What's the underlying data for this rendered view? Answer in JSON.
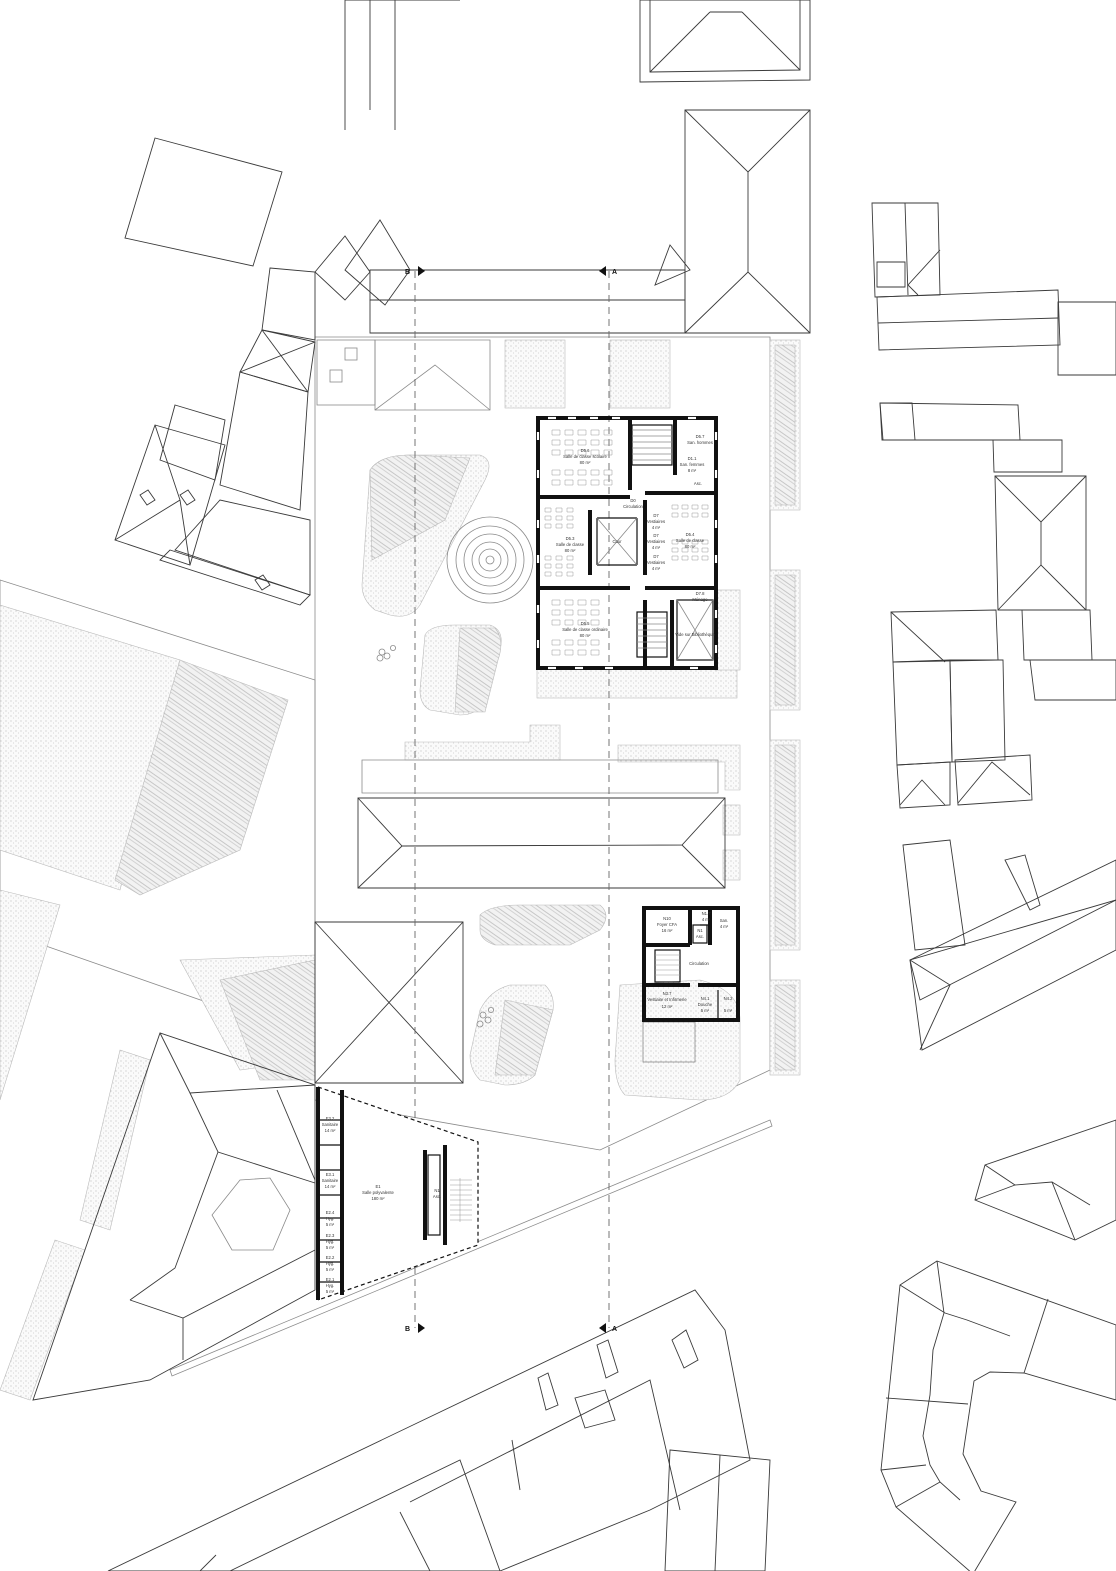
{
  "drawing": {
    "type": "architectural site plan",
    "section_markers": [
      {
        "id": "B",
        "label": "B",
        "top": [
          412,
          271
        ],
        "bottom": [
          412,
          1328
        ]
      },
      {
        "id": "A",
        "label": "A",
        "top": [
          609,
          271
        ],
        "bottom": [
          609,
          1328
        ]
      }
    ]
  },
  "building_d": {
    "rooms": [
      {
        "code": "D5.6",
        "name": "Salle de classe scolaire",
        "area": "80 m²"
      },
      {
        "code": "D5.7",
        "name": "San. hommes",
        "area": ""
      },
      {
        "code": "D1.1",
        "name": "San. femmes",
        "area": "8 m²"
      },
      {
        "code": "",
        "name": "Asc.",
        "area": "5 m²"
      },
      {
        "code": "D0",
        "name": "Circulation",
        "area": ""
      },
      {
        "code": "D5.3",
        "name": "Salle de classe",
        "area": "80 m²"
      },
      {
        "code": "",
        "name": "Cour",
        "area": ""
      },
      {
        "code": "D7",
        "name": "Vestiaires",
        "area": "4 m²"
      },
      {
        "code": "D7",
        "name": "Vestiaires",
        "area": "4 m²"
      },
      {
        "code": "D7",
        "name": "Vestiaires",
        "area": "4 m²"
      },
      {
        "code": "D5.4",
        "name": "Salle de classe",
        "area": "80 m²"
      },
      {
        "code": "D5.5",
        "name": "Salle de classe ordinaire",
        "area": "80 m²"
      },
      {
        "code": "D7.8",
        "name": "Ménage",
        "area": "3 m²"
      },
      {
        "code": "",
        "name": "Vide sur Bibliothèque",
        "area": ""
      }
    ]
  },
  "building_n": {
    "rooms": [
      {
        "code": "N10",
        "name": "Foyer CFA",
        "area": "16 m²"
      },
      {
        "code": "N1.7",
        "name": "San. dd",
        "area": "4 m²"
      },
      {
        "code": "N1",
        "name": "Asc.",
        "area": ""
      },
      {
        "code": "",
        "name": "San.",
        "area": "4 m²"
      },
      {
        "code": "",
        "name": "Circulation",
        "area": ""
      },
      {
        "code": "N3.7",
        "name": "Vestiaire et Infirmerie",
        "area": "12 m²"
      },
      {
        "code": "N4.1",
        "name": "Douche",
        "area": "5 m²"
      },
      {
        "code": "N4.2",
        "name": "",
        "area": "5 m²"
      }
    ]
  },
  "building_e": {
    "rooms": [
      {
        "code": "E3.2",
        "name": "Sanitaire",
        "area": "14 m²"
      },
      {
        "code": "E3.1",
        "name": "Sanitaire",
        "area": "14 m²"
      },
      {
        "code": "E2.4",
        "name": "Hyg.",
        "area": "5 m²"
      },
      {
        "code": "E2.3",
        "name": "Hyg.",
        "area": "5 m²"
      },
      {
        "code": "E2.2",
        "name": "Hyg.",
        "area": "5 m²"
      },
      {
        "code": "E2.1",
        "name": "Hyg.",
        "area": "5 m²"
      },
      {
        "code": "E1",
        "name": "Salle polyvalente",
        "area": "180 m²"
      },
      {
        "code": "N1",
        "name": "Asc.",
        "area": ""
      }
    ]
  },
  "colors": {
    "background": "#ffffff",
    "line": "#3a3a3a",
    "wall": "#111111",
    "hatch": "#9a9a9a"
  }
}
